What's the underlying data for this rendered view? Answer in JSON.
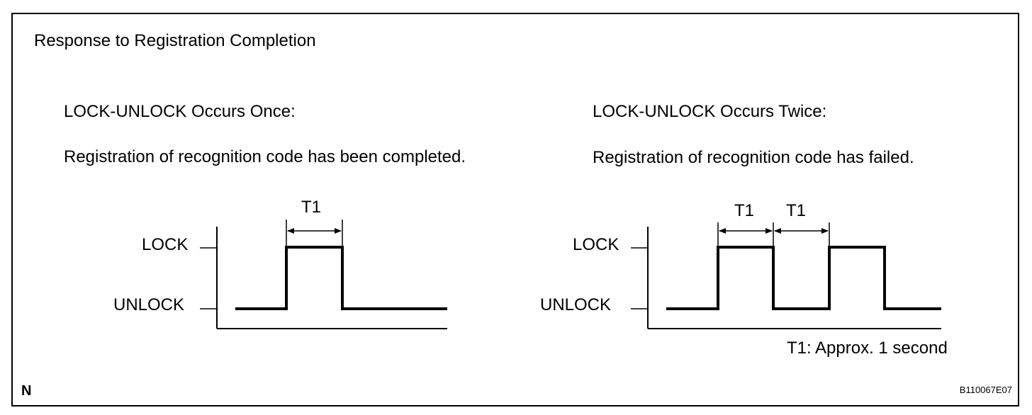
{
  "title": "Response to Registration Completion",
  "panels": [
    {
      "heading": "LOCK-UNLOCK Occurs Once:",
      "description": "Registration of recognition code has been completed.",
      "levels": {
        "high": "LOCK",
        "low": "UNLOCK"
      },
      "interval_labels": [
        "T1"
      ]
    },
    {
      "heading": "LOCK-UNLOCK Occurs Twice:",
      "description": "Registration of recognition code has failed.",
      "levels": {
        "high": "LOCK",
        "low": "UNLOCK"
      },
      "interval_labels": [
        "T1",
        "T1"
      ]
    }
  ],
  "note": "T1: Approx. 1 second",
  "corner_letter": "N",
  "figure_code": "B110067E07"
}
